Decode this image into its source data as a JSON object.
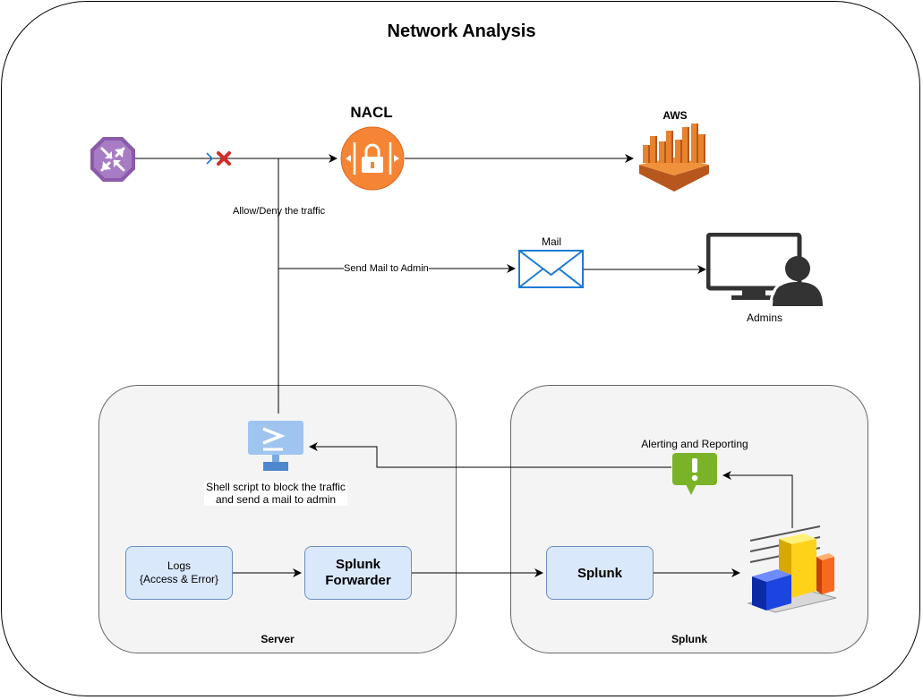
{
  "diagram": {
    "title": "Network Analysis",
    "nacl_label": "NACL",
    "aws_label": "AWS",
    "allow_deny_label": "Allow/Deny the traffic",
    "send_mail_label": "Send Mail to Admin",
    "mail_label": "Mail",
    "admins_label": "Admins",
    "shell_script_line1": "Shell script to block the traffic",
    "shell_script_line2": "and send a mail to admin",
    "alerting_label": "Alerting and Reporting",
    "logs_line1": "Logs",
    "logs_line2": "{Access & Error}",
    "forwarder_line1": "Splunk",
    "forwarder_line2": "Forwarder",
    "splunk_node": "Splunk",
    "server_group": "Server",
    "splunk_group": "Splunk"
  },
  "colors": {
    "nacl": "#f58534",
    "aws": "#e7822d",
    "mail": "#1b7bd6",
    "router": "#8b5aa8",
    "alert": "#7ab327",
    "node_fill": "#dae8fc",
    "node_border": "#6c8ebf"
  },
  "icons": [
    "router-icon",
    "deny-x-icon",
    "nacl-icon",
    "aws-icon",
    "mail-icon",
    "admin-monitor-icon",
    "shell-script-icon",
    "alert-icon",
    "bar-chart-icon"
  ]
}
